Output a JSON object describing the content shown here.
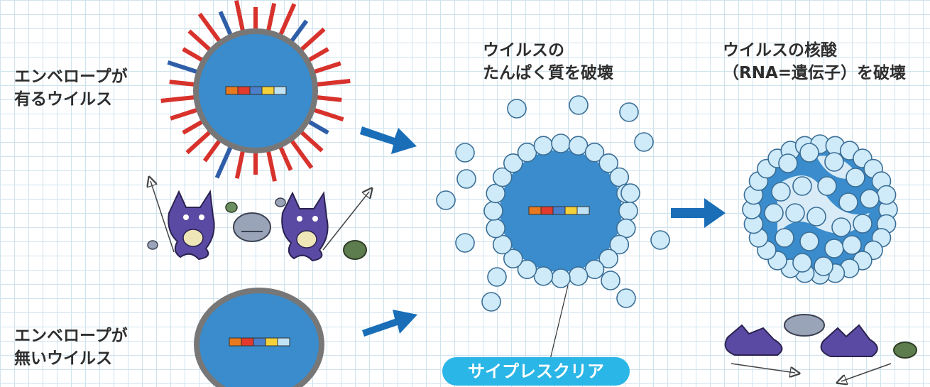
{
  "labels": {
    "enveloped_line1": "エンベロープが",
    "enveloped_line2": "有るウイルス",
    "nonenveloped_line1": "エンベロープが",
    "nonenveloped_line2": "無いウイルス",
    "protein_line1": "ウイルスの",
    "protein_line2": "たんぱく質を破壊",
    "rna_line1": "ウイルスの核酸",
    "rna_line2": "（RNA=遺伝子）を破壊"
  },
  "product_badge": "サイプレスクリア",
  "colors": {
    "virus_core": "#3a8ccc",
    "envelope": "#777777",
    "spike_red": "#d8322c",
    "spike_blue": "#2f5ea8",
    "arrow": "#1a6eb8",
    "particle_fill": "#cfeaf8",
    "particle_stroke": "#3a6e96",
    "badge": "#2ab6e6",
    "monster": "#5b4aa3",
    "gene_segments": [
      "#e8791e",
      "#e23a2c",
      "#4a7fcb",
      "#f4d13a",
      "#bfe3f4"
    ]
  },
  "icons": [
    "arrow-right-icon",
    "devil-monster-icon",
    "rock-monster-icon",
    "trident-icon"
  ]
}
